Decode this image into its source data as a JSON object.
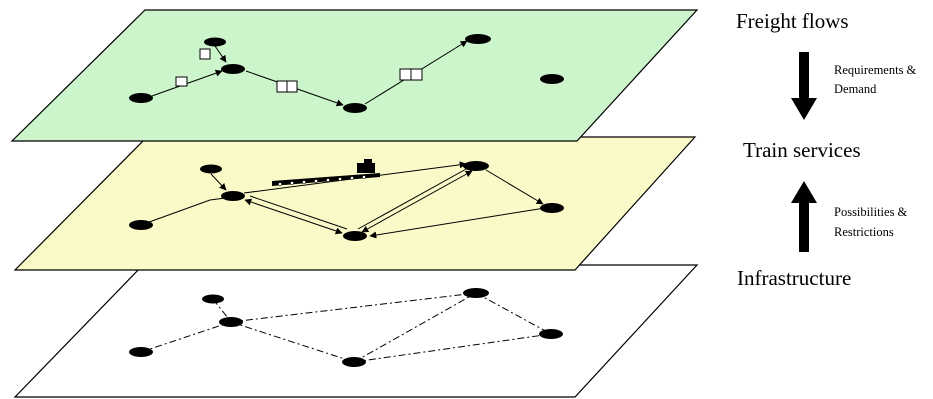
{
  "layers": [
    {
      "id": "freight",
      "label": "Freight flows",
      "fill": "#ccf5cc"
    },
    {
      "id": "train",
      "label": "Train services",
      "fill": "#fafac8"
    },
    {
      "id": "infra",
      "label": "Infrastructure",
      "fill": "#ffffff"
    }
  ],
  "arrows": [
    {
      "id": "down",
      "label_line1": "Requirements &",
      "label_line2": "Demand"
    },
    {
      "id": "up",
      "label_line1": "Possibilities &",
      "label_line2": "Restrictions"
    }
  ],
  "colors": {
    "node": "#000000",
    "edge": "#000000",
    "border": "#000000"
  }
}
